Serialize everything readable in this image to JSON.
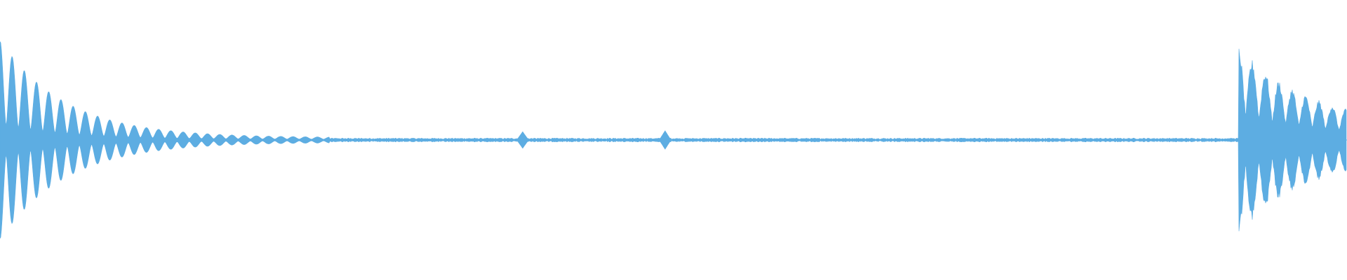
{
  "waveform": {
    "color": "#5dade2",
    "background": "#ffffff",
    "segments": [
      {
        "kind": "decaying-bursts",
        "start": 0.0,
        "end": 0.245,
        "peak": 1.0,
        "pulses": 30,
        "decay": 3.2
      },
      {
        "kind": "noise",
        "start": 0.245,
        "end": 0.92,
        "level": 0.012
      },
      {
        "kind": "blip",
        "at": 0.388,
        "level": 0.08
      },
      {
        "kind": "blip",
        "at": 0.494,
        "level": 0.09
      },
      {
        "kind": "onset-burst",
        "start": 0.92,
        "end": 1.0,
        "peak": 0.85,
        "pulses": 9
      }
    ]
  }
}
